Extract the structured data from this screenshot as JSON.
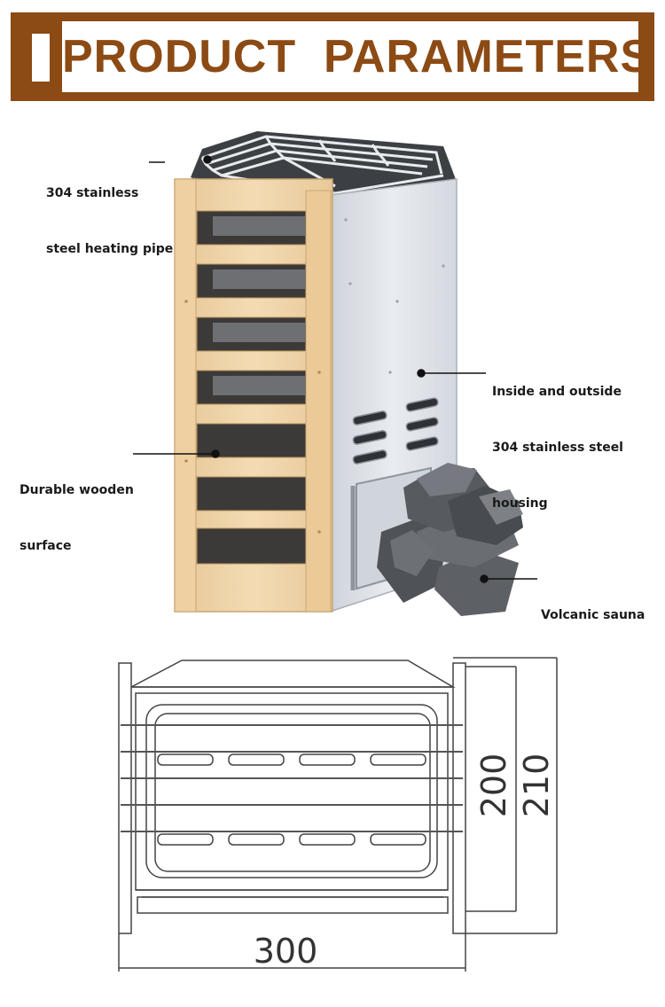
{
  "banner": {
    "title": "PRODUCT  PARAMETERS"
  },
  "callouts": {
    "heating_pipe": [
      "304 stainless",
      "steel heating pipe"
    ],
    "housing": [
      "Inside and outside",
      "304 stainless steel",
      "housing"
    ],
    "wood": [
      "Durable wooden",
      "surface"
    ],
    "stones": [
      "Volcanic sauna"
    ]
  },
  "dimensions": {
    "width": "300",
    "inner_height": "200",
    "outer_height": "210"
  },
  "colors": {
    "brand": "#8c4a14",
    "wood": "#efd3a8",
    "steel": "#dde1e7",
    "stone": "#5a5e63"
  }
}
